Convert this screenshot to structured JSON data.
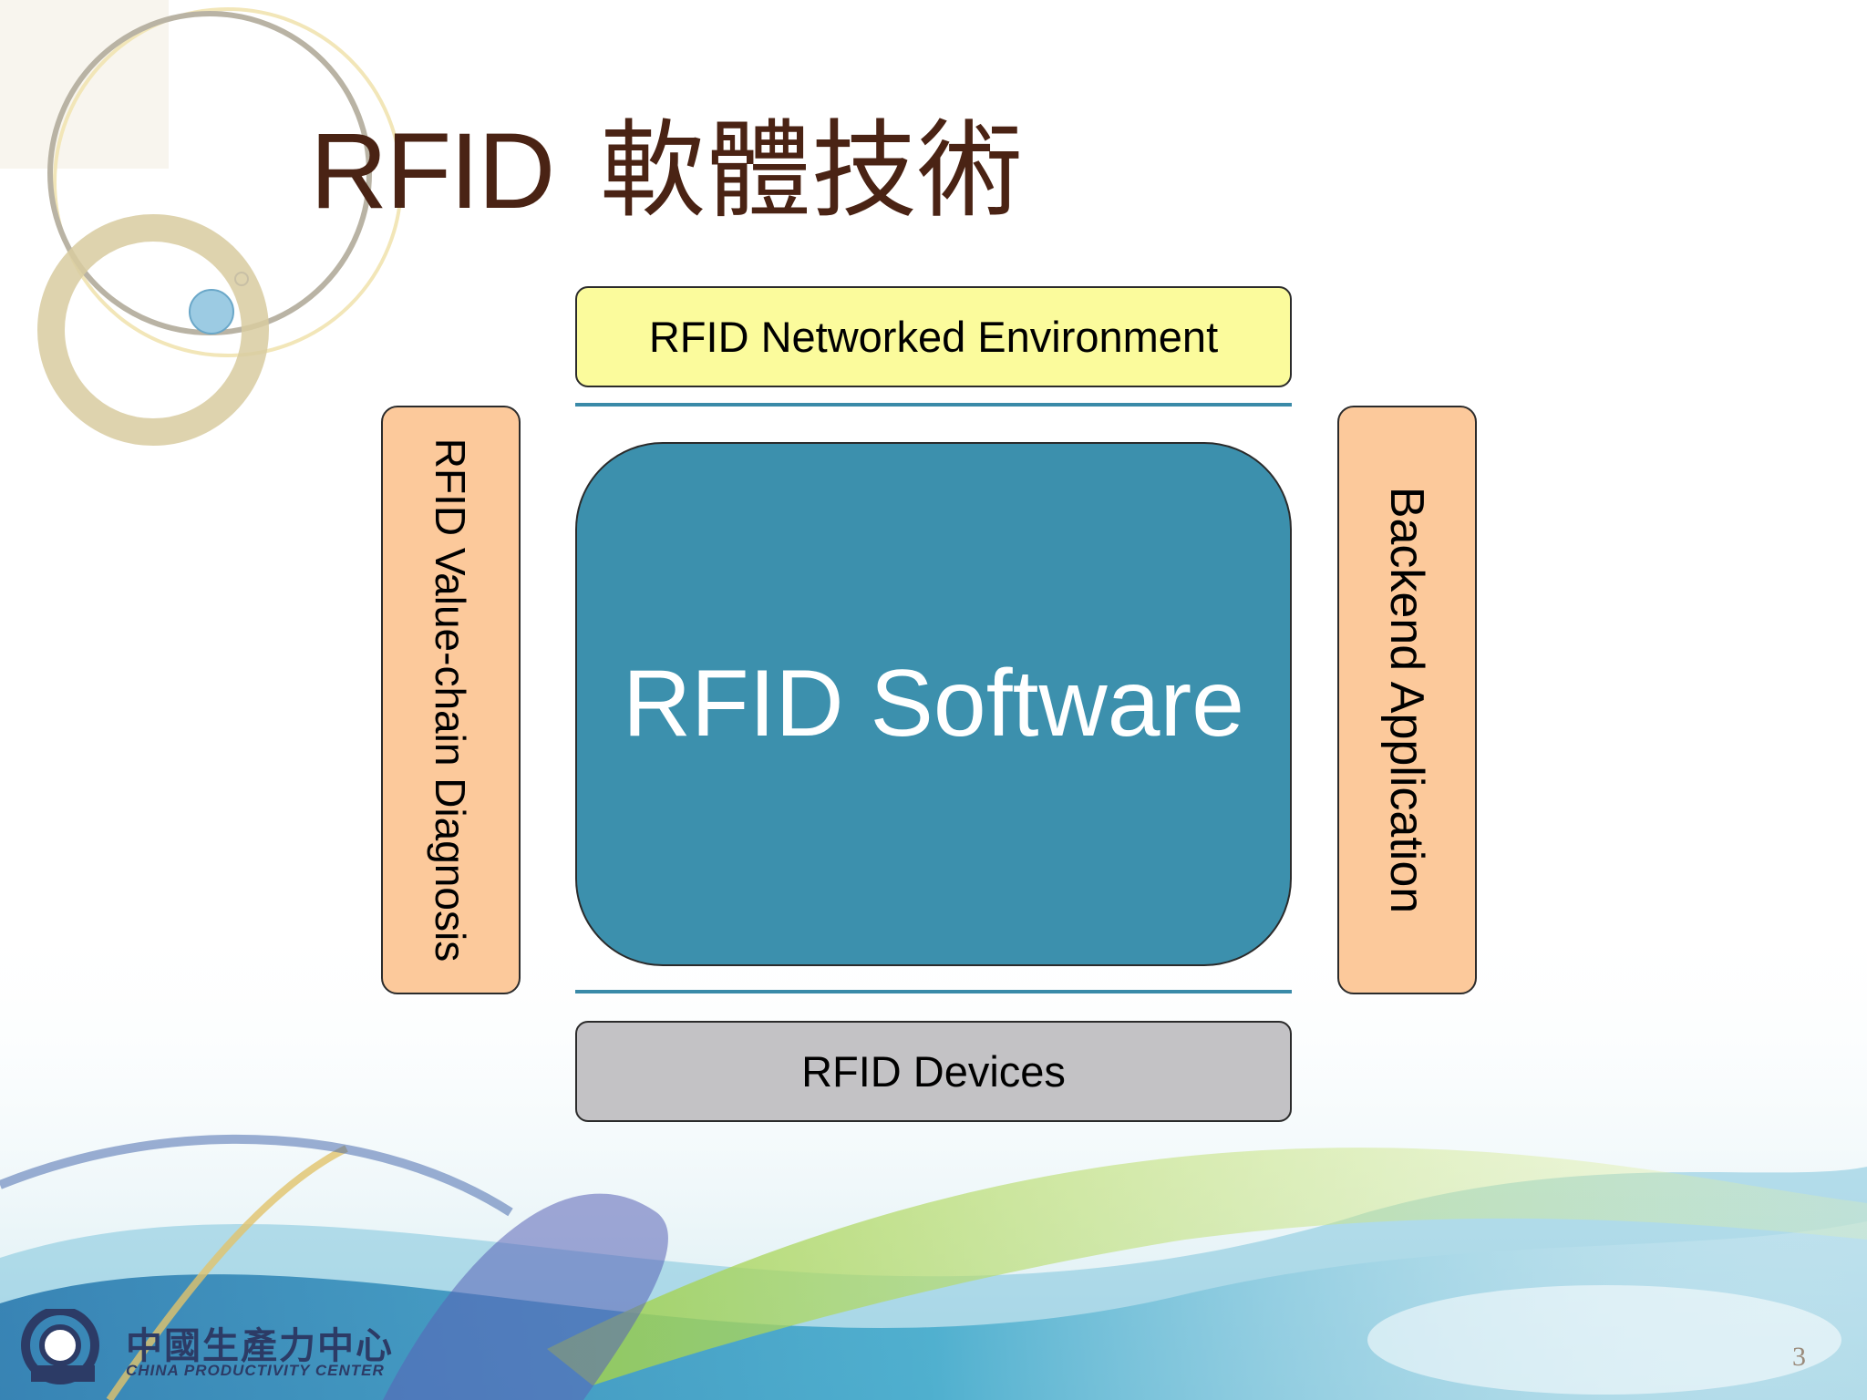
{
  "slide": {
    "title_latin": "RFID",
    "title_cjk": "軟體技術",
    "page_number": "3"
  },
  "diagram": {
    "top": "RFID Networked Environment",
    "center": "RFID Software",
    "left": "RFID Value-chain Diagnosis",
    "right": "Backend Application",
    "bottom": "RFID Devices"
  },
  "logo": {
    "chinese": "中國生產力中心",
    "english": "CHINA PRODUCTIVITY CENTER"
  },
  "colors": {
    "title": "#4a2314",
    "top_box": "#fbfb9c",
    "center_box": "#3c90ad",
    "side_boxes": "#fcc99b",
    "bottom_box": "#c3c2c5",
    "rules": "#3a8aa8"
  }
}
